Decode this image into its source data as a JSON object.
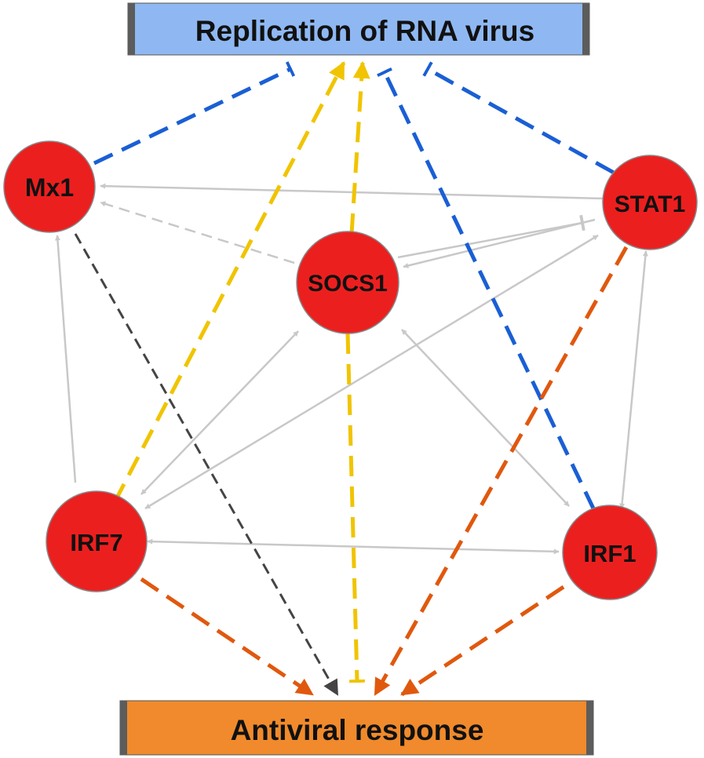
{
  "top_box": {
    "label": "Replication of RNA virus",
    "fill": "#8fb8f2",
    "cap": "#5c5c5c"
  },
  "bottom_box": {
    "label": "Antiviral response",
    "fill": "#f08a2c",
    "cap": "#5c5c5c"
  },
  "node_fill": "#ec1f1f",
  "nodes": {
    "mx1": {
      "label": "Mx1"
    },
    "stat1": {
      "label": "STAT1"
    },
    "socs1": {
      "label": "SOCS1"
    },
    "irf7": {
      "label": "IRF7"
    },
    "irf1": {
      "label": "IRF1"
    }
  },
  "edge_colors": {
    "inhibit": "#1a5fd4",
    "promote_virus": "#f0c400",
    "activate_response": "#e0580e",
    "dark": "#444444",
    "gray": "#c8c8c8"
  },
  "edges": [
    {
      "from": "mx1",
      "to": "virus",
      "relation": "inhibits",
      "style": "dashed",
      "color_key": "inhibit"
    },
    {
      "from": "stat1",
      "to": "virus",
      "relation": "inhibits",
      "style": "dashed",
      "color_key": "inhibit"
    },
    {
      "from": "irf1",
      "to": "virus",
      "relation": "inhibits",
      "style": "dashed",
      "color_key": "inhibit"
    },
    {
      "from": "irf7",
      "to": "virus",
      "relation": "promotes",
      "style": "dashed",
      "color_key": "promote_virus"
    },
    {
      "from": "socs1",
      "to": "virus",
      "relation": "promotes",
      "style": "dashed",
      "color_key": "promote_virus"
    },
    {
      "from": "socs1",
      "to": "response",
      "relation": "inhibits",
      "style": "dashed",
      "color_key": "promote_virus"
    },
    {
      "from": "mx1",
      "to": "response",
      "relation": "activates",
      "style": "dashed",
      "color_key": "dark"
    },
    {
      "from": "irf7",
      "to": "response",
      "relation": "activates",
      "style": "dashed",
      "color_key": "activate_response"
    },
    {
      "from": "stat1",
      "to": "response",
      "relation": "activates",
      "style": "dashed",
      "color_key": "activate_response"
    },
    {
      "from": "irf1",
      "to": "response",
      "relation": "activates",
      "style": "dashed",
      "color_key": "activate_response"
    },
    {
      "from": "stat1",
      "to": "mx1",
      "relation": "activates",
      "style": "solid",
      "color_key": "gray"
    },
    {
      "from": "socs1",
      "to": "mx1",
      "relation": "activates",
      "style": "dashed",
      "color_key": "gray"
    },
    {
      "from": "irf7",
      "to": "mx1",
      "relation": "activates",
      "style": "solid",
      "color_key": "gray"
    },
    {
      "from": "stat1",
      "to": "socs1",
      "relation": "activates",
      "style": "solid",
      "color_key": "gray"
    },
    {
      "from": "socs1",
      "to": "stat1",
      "relation": "inhibits",
      "style": "solid",
      "color_key": "gray"
    },
    {
      "from": "irf7",
      "to": "stat1",
      "relation": "mutual",
      "style": "solid",
      "color_key": "gray"
    },
    {
      "from": "socs1",
      "to": "irf7",
      "relation": "mutual",
      "style": "solid",
      "color_key": "gray"
    },
    {
      "from": "socs1",
      "to": "irf1",
      "relation": "mutual",
      "style": "solid",
      "color_key": "gray"
    },
    {
      "from": "irf7",
      "to": "irf1",
      "relation": "mutual",
      "style": "solid",
      "color_key": "gray"
    },
    {
      "from": "stat1",
      "to": "irf1",
      "relation": "mutual",
      "style": "solid",
      "color_key": "gray"
    }
  ]
}
